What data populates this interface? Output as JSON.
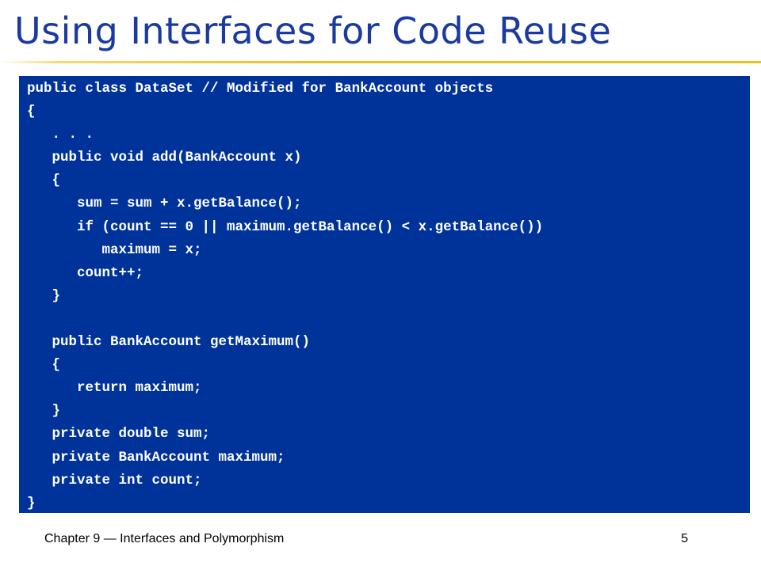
{
  "slide": {
    "title": "Using Interfaces for Code Reuse",
    "code": [
      "public class DataSet // Modified for BankAccount objects",
      "{",
      "   . . .",
      "   public void add(BankAccount x)",
      "   {",
      "      sum = sum + x.getBalance();",
      "      if (count == 0 || maximum.getBalance() < x.getBalance())",
      "         maximum = x;",
      "      count++;",
      "   }",
      "",
      "   public BankAccount getMaximum()",
      "   {",
      "      return maximum;",
      "   }",
      "   private double sum;",
      "   private BankAccount maximum;",
      "   private int count;",
      "}"
    ],
    "footer": {
      "chapter": "Chapter 9 — Interfaces and Polymorphism",
      "page": "5"
    }
  },
  "colors": {
    "title": "#1a3aa0",
    "code_background": "#003399",
    "code_text": "#ffffff",
    "rule": "#f0c020"
  }
}
